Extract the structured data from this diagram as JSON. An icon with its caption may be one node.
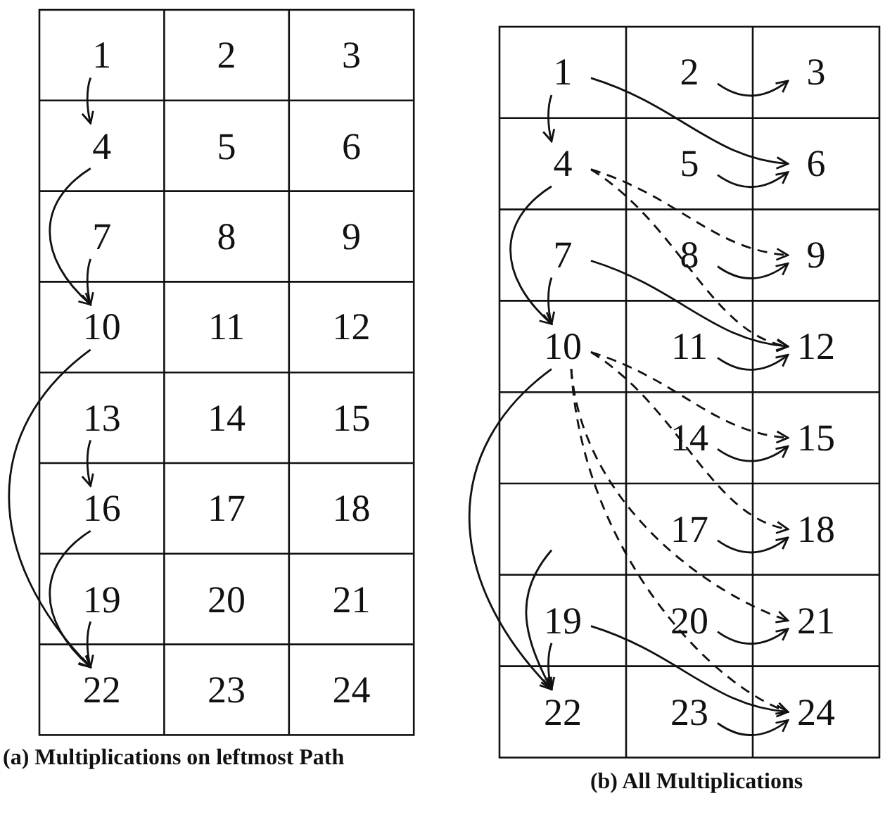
{
  "diagram": {
    "nodes": [
      {
        "text": [
          "1"
        ]
      },
      {
        "text": [
          "2"
        ]
      },
      {
        "text": [
          "3"
        ]
      },
      {
        "text": [
          "4"
        ]
      },
      {
        "text": [
          "5"
        ]
      },
      {
        "text": [
          "6"
        ]
      },
      {
        "text": [
          "7"
        ]
      },
      {
        "text": [
          "8"
        ]
      },
      {
        "text": [
          "9"
        ]
      },
      {
        "text": [
          "10"
        ]
      },
      {
        "text": [
          "11"
        ]
      },
      {
        "text": [
          "12"
        ]
      },
      {
        "text": [
          "13"
        ]
      },
      {
        "text": [
          "14"
        ]
      },
      {
        "text": [
          "15"
        ]
      },
      {
        "text": [
          "16"
        ]
      },
      {
        "text": [
          "17"
        ]
      },
      {
        "text": [
          "18"
        ]
      },
      {
        "text": [
          "19"
        ]
      },
      {
        "text": [
          "20"
        ]
      },
      {
        "text": [
          "21"
        ]
      },
      {
        "text": [
          "22"
        ]
      },
      {
        "text": [
          "23"
        ]
      },
      {
        "text": [
          "24"
        ]
      },
      {
        "text": [
          "1"
        ]
      },
      {
        "text": [
          "2"
        ]
      },
      {
        "text": [
          "3"
        ]
      },
      {
        "text": [
          "4"
        ]
      },
      {
        "text": [
          "5"
        ]
      },
      {
        "text": [
          "6"
        ]
      },
      {
        "text": [
          "7"
        ]
      },
      {
        "text": [
          "8"
        ]
      },
      {
        "text": [
          "9"
        ]
      },
      {
        "text": [
          "10"
        ]
      },
      {
        "text": [
          "11"
        ]
      },
      {
        "text": [
          "12"
        ]
      },
      {
        "text": [
          "14"
        ]
      },
      {
        "text": [
          "15"
        ]
      },
      {
        "text": [
          "17"
        ]
      },
      {
        "text": [
          "18"
        ]
      },
      {
        "text": [
          "19"
        ]
      },
      {
        "text": [
          "20"
        ]
      },
      {
        "text": [
          "21"
        ]
      },
      {
        "text": [
          "22"
        ]
      },
      {
        "text": [
          "23"
        ]
      },
      {
        "text": [
          "24"
        ]
      }
    ],
    "edges": [
      {
        "from": 0,
        "to": 3,
        "arrow": "to"
      },
      {
        "from": 3,
        "to": 9,
        "arrow": "to"
      },
      {
        "from": 6,
        "to": 9,
        "arrow": "to"
      },
      {
        "from": 9,
        "to": 21,
        "arrow": "to"
      },
      {
        "from": 12,
        "to": 15,
        "arrow": "to"
      },
      {
        "from": 15,
        "to": 21,
        "arrow": "to"
      },
      {
        "from": 18,
        "to": 21,
        "arrow": "to"
      },
      {
        "from": 24,
        "to": 27,
        "arrow": "to"
      },
      {
        "from": 24,
        "to": 29,
        "arrow": "to"
      },
      {
        "from": 25,
        "to": 26,
        "arrow": "to"
      },
      {
        "from": 27,
        "to": 33,
        "arrow": "to"
      },
      {
        "from": 27,
        "to": 32,
        "arrow": "to",
        "style": "dashed"
      },
      {
        "from": 27,
        "to": 35,
        "arrow": "to",
        "style": "dashed"
      },
      {
        "from": 28,
        "to": 29,
        "arrow": "to"
      },
      {
        "from": 30,
        "to": 33,
        "arrow": "to"
      },
      {
        "from": 30,
        "to": 35,
        "arrow": "to"
      },
      {
        "from": 31,
        "to": 32,
        "arrow": "to"
      },
      {
        "from": 33,
        "to": 43,
        "arrow": "to"
      },
      {
        "from": 33,
        "to": 37,
        "arrow": "to",
        "style": "dashed"
      },
      {
        "from": 33,
        "to": 39,
        "arrow": "to",
        "style": "dashed"
      },
      {
        "from": 33,
        "to": 42,
        "arrow": "to",
        "style": "dashed"
      },
      {
        "from": 33,
        "to": 45,
        "arrow": "to",
        "style": "dashed"
      },
      {
        "from": 34,
        "to": 35,
        "arrow": "to"
      },
      {
        "from": 36,
        "to": 37,
        "arrow": "to"
      },
      {
        "from": null,
        "to": 43,
        "arrow": "to"
      },
      {
        "from": 38,
        "to": 39,
        "arrow": "to"
      },
      {
        "from": 40,
        "to": 43,
        "arrow": "to"
      },
      {
        "from": 40,
        "to": 45,
        "arrow": "to"
      },
      {
        "from": 41,
        "to": 42,
        "arrow": "to"
      },
      {
        "from": 44,
        "to": 45,
        "arrow": "to"
      }
    ],
    "labels": [
      "(a) Multiplications on leftmost Path",
      "(b) All Multiplications"
    ]
  }
}
